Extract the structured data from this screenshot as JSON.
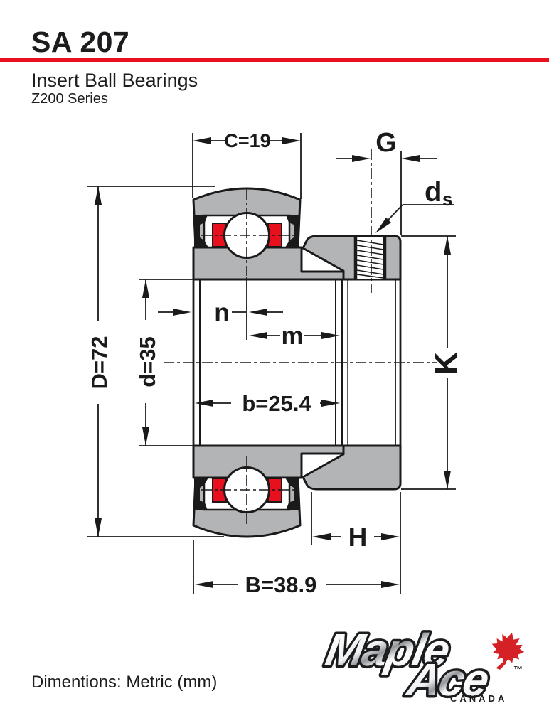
{
  "header": {
    "title": "SA 207",
    "subtitle": "Insert Ball Bearings",
    "series": "Z200 Series"
  },
  "drawing": {
    "description": "Cross-section drawing of insert ball bearing with eccentric locking collar and set screw",
    "dimensions": {
      "C": "C=19",
      "G": "G",
      "ds_main": "d",
      "ds_sub": "s",
      "n": "n",
      "m": "m",
      "b": "b=25.4",
      "d_bore": "d=35",
      "D_outer": "D=72",
      "K": "K",
      "H": "H",
      "B": "B=38.9"
    },
    "colors": {
      "accent_red": "#e8101c",
      "metal_gray": "#b3b4b6",
      "line_black": "#1a1a1a"
    }
  },
  "logo": {
    "word1": "Maple",
    "word2": "Ace",
    "trademark": "™",
    "country": "CANADA",
    "leaf_color": "#d52026"
  },
  "footer": {
    "note": "Dimentions: Metric (mm)"
  }
}
